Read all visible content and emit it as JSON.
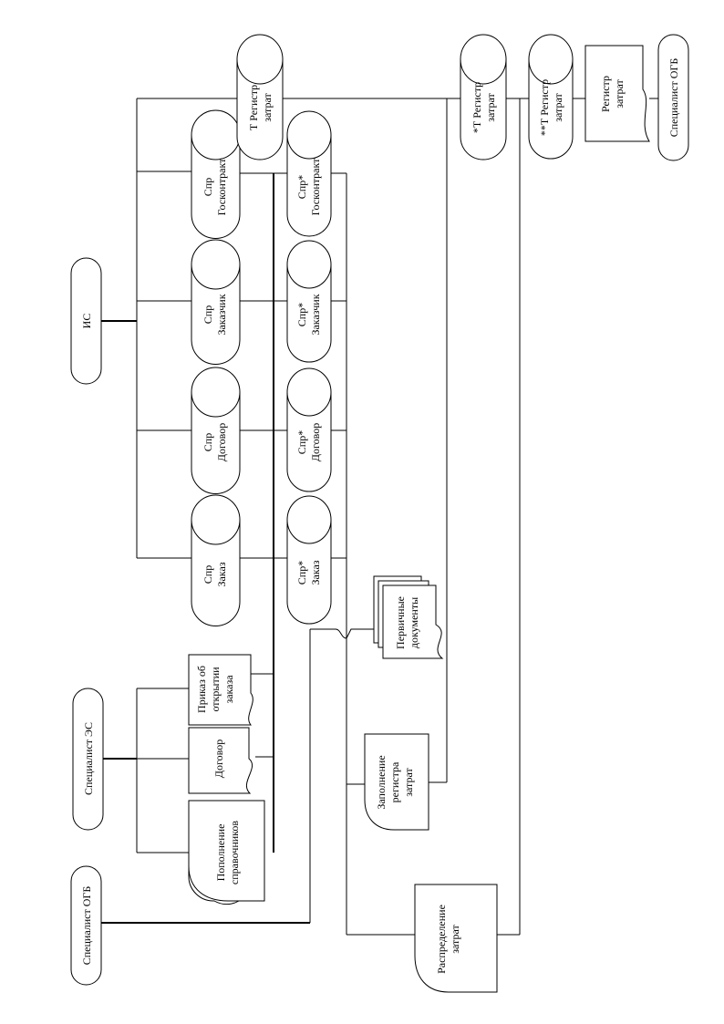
{
  "actors": {
    "is": "ИС",
    "specialist_es": "Специалист ЭС",
    "specialist_ogb_left": "Специалист ОГБ",
    "specialist_ogb_right": "Специалист ОГБ"
  },
  "processes": {
    "fill_refs": [
      "Пополнение",
      "справочников"
    ],
    "fill_register": [
      "Заполнение",
      "регистра",
      "затрат"
    ],
    "distribute": [
      "Распределение",
      "затрат"
    ]
  },
  "documents": {
    "order_open": [
      "Приказ об",
      "открытии",
      "заказа"
    ],
    "contract": [
      "Договор"
    ],
    "primary_docs": [
      "Первичные",
      "документы"
    ],
    "cost_register": [
      "Регистр",
      "затрат"
    ]
  },
  "storages": {
    "spr_zakaz": [
      "Спр",
      "Заказ"
    ],
    "spr_dogovor": [
      "Спр",
      "Договор"
    ],
    "spr_zakazchik": [
      "Спр",
      "Заказчик"
    ],
    "spr_goskontrakt": [
      "Спр",
      "Госконтракт"
    ],
    "spr_star_zakaz": [
      "Спр*",
      "Заказ"
    ],
    "spr_star_dogovor": [
      "Спр*",
      "Договор"
    ],
    "spr_star_zakazchik": [
      "Спр*",
      "Заказчик"
    ],
    "spr_star_goskontrakt": [
      "Спр*",
      "Госконтракт"
    ],
    "t_register": [
      "Т Регистр",
      "затрат"
    ],
    "t_star_register": [
      "*Т Регистр",
      "затрат"
    ],
    "t_2star_register": [
      "**Т Регистр",
      "затрат"
    ]
  }
}
